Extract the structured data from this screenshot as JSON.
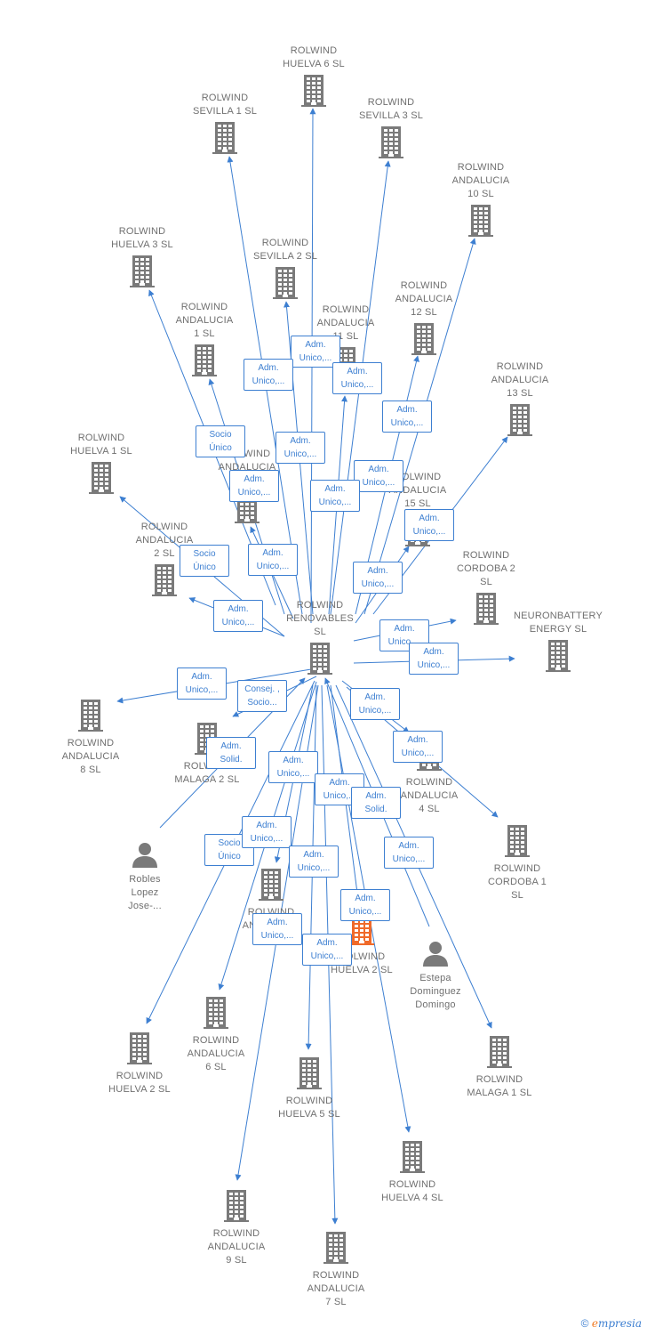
{
  "colors": {
    "line": "#3d7fd1",
    "company": "#7a7a7a",
    "focus": "#f06a2a",
    "label": "#707070"
  },
  "nodes": [
    {
      "id": "center",
      "kind": "company",
      "lines": [
        "ROLWIND",
        "RENOVABLES",
        "SL"
      ],
      "label_pos": "above"
    },
    {
      "id": "h6",
      "kind": "company",
      "lines": [
        "ROLWIND",
        "HUELVA 6  SL"
      ],
      "label_pos": "above"
    },
    {
      "id": "s1",
      "kind": "company",
      "lines": [
        "ROLWIND",
        "SEVILLA 1  SL"
      ],
      "label_pos": "above"
    },
    {
      "id": "s3",
      "kind": "company",
      "lines": [
        "ROLWIND",
        "SEVILLA 3  SL"
      ],
      "label_pos": "above"
    },
    {
      "id": "a10",
      "kind": "company",
      "lines": [
        "ROLWIND",
        "ANDALUCIA",
        "10  SL"
      ],
      "label_pos": "above"
    },
    {
      "id": "h3",
      "kind": "company",
      "lines": [
        "ROLWIND",
        "HUELVA 3  SL"
      ],
      "label_pos": "above"
    },
    {
      "id": "s2",
      "kind": "company",
      "lines": [
        "ROLWIND",
        "SEVILLA 2  SL"
      ],
      "label_pos": "above"
    },
    {
      "id": "a12",
      "kind": "company",
      "lines": [
        "ROLWIND",
        "ANDALUCIA",
        "12  SL"
      ],
      "label_pos": "above"
    },
    {
      "id": "a1",
      "kind": "company",
      "lines": [
        "ROLWIND",
        "ANDALUCIA",
        "1  SL"
      ],
      "label_pos": "above"
    },
    {
      "id": "a11",
      "kind": "company",
      "lines": [
        "ROLWIND",
        "ANDALUCIA",
        "11  SL"
      ],
      "label_pos": "above"
    },
    {
      "id": "a13",
      "kind": "company",
      "lines": [
        "ROLWIND",
        "ANDALUCIA",
        "13  SL"
      ],
      "label_pos": "above"
    },
    {
      "id": "h1",
      "kind": "company",
      "lines": [
        "ROLWIND",
        "HUELVA 1  SL"
      ],
      "label_pos": "above"
    },
    {
      "id": "a3",
      "kind": "company",
      "lines": [
        "ROLWIND",
        "ANDALUCIA",
        "3  SL"
      ],
      "label_pos": "above"
    },
    {
      "id": "a15",
      "kind": "company",
      "lines": [
        "ROLWIND",
        "ANDALUCIA",
        "15  SL"
      ],
      "label_pos": "above"
    },
    {
      "id": "a2",
      "kind": "company",
      "lines": [
        "ROLWIND",
        "ANDALUCIA",
        "2  SL"
      ],
      "label_pos": "above"
    },
    {
      "id": "c2",
      "kind": "company",
      "lines": [
        "ROLWIND",
        "CORDOBA 2",
        "SL"
      ],
      "label_pos": "above"
    },
    {
      "id": "nb",
      "kind": "company",
      "lines": [
        "NEURONBATTERY",
        "ENERGY  SL"
      ],
      "label_pos": "above"
    },
    {
      "id": "a8",
      "kind": "company",
      "lines": [
        "ROLWIND",
        "ANDALUCIA",
        "8  SL"
      ],
      "label_pos": "below"
    },
    {
      "id": "m2",
      "kind": "company",
      "lines": [
        "ROLWIND",
        "MALAGA 2  SL"
      ],
      "label_pos": "below"
    },
    {
      "id": "a4",
      "kind": "company",
      "lines": [
        "ROLWIND",
        "ANDALUCIA",
        "4  SL"
      ],
      "label_pos": "below"
    },
    {
      "id": "c1",
      "kind": "company",
      "lines": [
        "ROLWIND",
        "CORDOBA 1",
        "SL"
      ],
      "label_pos": "below"
    },
    {
      "id": "rl",
      "kind": "person",
      "lines": [
        "Robles",
        "Lopez",
        "Jose-..."
      ],
      "label_pos": "below"
    },
    {
      "id": "a5",
      "kind": "company",
      "lines": [
        "ROLWIND",
        "ANDALUCIA",
        "5  SL"
      ],
      "label_pos": "below"
    },
    {
      "id": "cen2",
      "kind": "focus",
      "lines": [
        "ROLWIND",
        "HUELVA 2  SL"
      ],
      "label_pos": "below"
    },
    {
      "id": "ed",
      "kind": "person",
      "lines": [
        "Estepa",
        "Dominguez",
        "Domingo"
      ],
      "label_pos": "below"
    },
    {
      "id": "h2",
      "kind": "company",
      "lines": [
        "ROLWIND",
        "HUELVA 2  SL"
      ],
      "label_pos": "below"
    },
    {
      "id": "a6",
      "kind": "company",
      "lines": [
        "ROLWIND",
        "ANDALUCIA",
        "6  SL"
      ],
      "label_pos": "below"
    },
    {
      "id": "h5",
      "kind": "company",
      "lines": [
        "ROLWIND",
        "HUELVA 5  SL"
      ],
      "label_pos": "below"
    },
    {
      "id": "m1",
      "kind": "company",
      "lines": [
        "ROLWIND",
        "MALAGA 1  SL"
      ],
      "label_pos": "below"
    },
    {
      "id": "h4",
      "kind": "company",
      "lines": [
        "ROLWIND",
        "HUELVA 4  SL"
      ],
      "label_pos": "below"
    },
    {
      "id": "a9",
      "kind": "company",
      "lines": [
        "ROLWIND",
        "ANDALUCIA",
        "9  SL"
      ],
      "label_pos": "below"
    },
    {
      "id": "a7",
      "kind": "company",
      "lines": [
        "ROLWIND",
        "ANDALUCIA",
        "7  SL"
      ],
      "label_pos": "below"
    }
  ],
  "edges": [
    {
      "from": "center",
      "to": "h6",
      "role": [
        "Adm.",
        "Unico,..."
      ]
    },
    {
      "from": "center",
      "to": "s1",
      "role": [
        "Adm.",
        "Unico,..."
      ]
    },
    {
      "from": "center",
      "to": "s3",
      "role": [
        "Adm.",
        "Unico,..."
      ]
    },
    {
      "from": "center",
      "to": "a10",
      "role": [
        "Adm.",
        "Unico,..."
      ]
    },
    {
      "from": "center",
      "to": "h3",
      "role": [
        "Socio",
        "Único"
      ]
    },
    {
      "from": "center",
      "to": "s2",
      "role": [
        "Adm.",
        "Unico,..."
      ]
    },
    {
      "from": "center",
      "to": "a12",
      "role": [
        "Adm.",
        "Unico,..."
      ]
    },
    {
      "from": "center",
      "to": "a1",
      "role": [
        "Adm.",
        "Unico,..."
      ]
    },
    {
      "from": "center",
      "to": "a11",
      "role": [
        "Adm.",
        "Unico,..."
      ]
    },
    {
      "from": "center",
      "to": "a13",
      "role": [
        "Adm.",
        "Unico,..."
      ]
    },
    {
      "from": "center",
      "to": "h1",
      "role": [
        "Socio",
        "Único"
      ]
    },
    {
      "from": "center",
      "to": "a3",
      "role": [
        "Adm.",
        "Unico,..."
      ]
    },
    {
      "from": "center",
      "to": "a15",
      "role": [
        "Adm.",
        "Unico,..."
      ]
    },
    {
      "from": "center",
      "to": "a2",
      "role": [
        "Adm.",
        "Unico,..."
      ]
    },
    {
      "from": "center",
      "to": "c2",
      "role": [
        "Adm.",
        "Unico,..."
      ]
    },
    {
      "from": "center",
      "to": "nb",
      "role": [
        "Adm.",
        "Unico,..."
      ]
    },
    {
      "from": "center",
      "to": "a8",
      "role": [
        "Adm.",
        "Unico,..."
      ]
    },
    {
      "from": "center",
      "to": "m2",
      "role": [
        "Consej. ,",
        "Socio..."
      ]
    },
    {
      "from": "center",
      "to": "a4",
      "role": [
        "Adm.",
        "Unico,..."
      ]
    },
    {
      "from": "center",
      "to": "c1",
      "role": [
        "Adm.",
        "Unico,..."
      ]
    },
    {
      "from": "rl",
      "to": "center",
      "role": [
        "Adm.",
        "Solid."
      ]
    },
    {
      "from": "center",
      "to": "a5",
      "role": [
        "Adm.",
        "Unico,..."
      ]
    },
    {
      "from": "center",
      "to": "cen2",
      "role": [
        "Adm.",
        "Unico,..."
      ]
    },
    {
      "from": "ed",
      "to": "center",
      "role": [
        "Adm.",
        "Solid."
      ]
    },
    {
      "from": "center",
      "to": "h2",
      "role": [
        "Socio",
        "Único"
      ]
    },
    {
      "from": "center",
      "to": "a6",
      "role": [
        "Adm.",
        "Unico,..."
      ]
    },
    {
      "from": "center",
      "to": "h5",
      "role": [
        "Adm.",
        "Unico,..."
      ]
    },
    {
      "from": "center",
      "to": "m1",
      "role": [
        "Adm.",
        "Unico,..."
      ]
    },
    {
      "from": "center",
      "to": "h4",
      "role": [
        "Adm.",
        "Unico,..."
      ]
    },
    {
      "from": "center",
      "to": "a9",
      "role": [
        "Adm.",
        "Unico,..."
      ]
    },
    {
      "from": "center",
      "to": "a7",
      "role": [
        "Adm.",
        "Unico,..."
      ]
    }
  ],
  "footer": {
    "copyright": "©",
    "brand_first": "e",
    "brand_rest": "mpresia"
  }
}
